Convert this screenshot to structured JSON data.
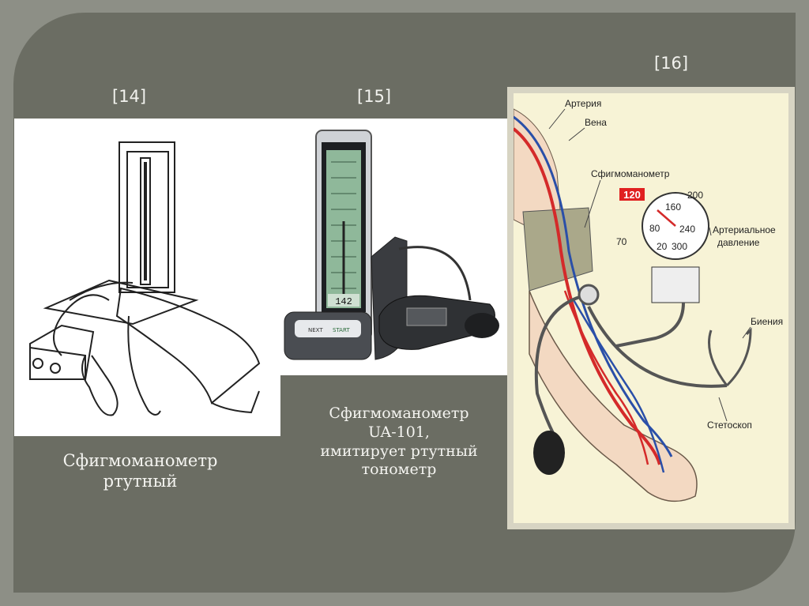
{
  "refs": {
    "r14": "[14]",
    "r15": "[15]",
    "r16": "[16]"
  },
  "captions": {
    "c14": [
      "Сфигмоманометр",
      "ртутный"
    ],
    "c15": [
      "Сфигмоманометр",
      "UA-101,",
      "имитирует ртутный",
      "тонометр"
    ]
  },
  "device15": {
    "display": "142",
    "button_left": "NEXT",
    "button_right": "START"
  },
  "diagram16": {
    "artery": "Артерия",
    "vein": "Вена",
    "sphygmo": "Сфигмоманометр",
    "reading": "120",
    "pressure_line1": "Артериальное",
    "pressure_line2": "давление",
    "beats": "Биения",
    "stethoscope": "Стетоскоп",
    "dial": [
      "200",
      "160",
      "80",
      "240",
      "70",
      "20",
      "300"
    ]
  },
  "colors": {
    "artery": "#d42a2a",
    "vein": "#2a4fa8",
    "reading_bg": "#e02020"
  }
}
